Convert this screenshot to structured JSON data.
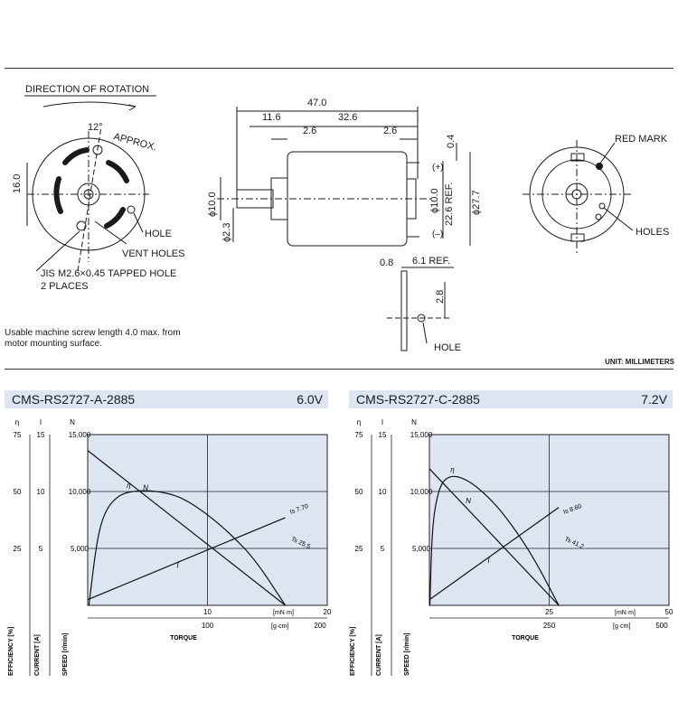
{
  "drawing": {
    "direction_of_rotation": "DIRECTION OF ROTATION",
    "angle": "12°",
    "approx": "APPROX.",
    "dim_16": "16.0",
    "hole": "HOLE",
    "vent_holes": "VENT HOLES",
    "tapped_hole": "JIS M2.6×0.45 TAPPED HOLE",
    "places": "2 PLACES",
    "dim_47": "47.0",
    "dim_11_6": "11.6",
    "dim_32_6": "32.6",
    "dim_2_6a": "2.6",
    "dim_2_6b": "2.6",
    "dim_0_4": "0.4",
    "phi10_left": "ϕ10.0",
    "phi2_3": "ϕ2.3",
    "phi10_right": "ϕ10.0",
    "dim_22_6": "22.6 REF.",
    "phi27_7": "ϕ27.7",
    "plus": "(+)",
    "minus": "(–)",
    "dim_0_8": "0.8",
    "dim_6_1": "6.1 REF.",
    "dim_2_8": "2.8",
    "hole2": "HOLE",
    "red_mark": "RED MARK",
    "holes": "HOLES"
  },
  "note": {
    "line1": "Usable machine screw length 4.0 max. from",
    "line2": "motor mounting surface."
  },
  "unit_label": "UNIT: MILLIMETERS",
  "chart_data": [
    {
      "type": "line",
      "title": "CMS-RS2727-A-2885",
      "voltage": "6.0V",
      "xlabel": "TORQUE",
      "x_unit_mn": "[mN·m]",
      "x_unit_g": "[g·cm]",
      "x_ticks_mn": [
        "10",
        "20"
      ],
      "x_ticks_g": [
        "100",
        "200"
      ],
      "xlim_mn": [
        0,
        20
      ],
      "y_axes": [
        {
          "label": "EFFICIENCY [%]",
          "symbol": "η",
          "ticks": [
            "25",
            "50",
            "75"
          ],
          "lim": [
            0,
            75
          ]
        },
        {
          "label": "CURRENT [A]",
          "symbol": "I",
          "ticks": [
            "5",
            "10",
            "15"
          ],
          "lim": [
            0,
            15
          ]
        },
        {
          "label": "SPEED [r/min]",
          "symbol": "N",
          "ticks": [
            "5,000",
            "10,000",
            "15,000"
          ],
          "lim": [
            0,
            15000
          ]
        }
      ],
      "series": [
        {
          "name": "N",
          "axis": "speed",
          "x": [
            0,
            16.5
          ],
          "y": [
            13600,
            0
          ]
        },
        {
          "name": "I",
          "axis": "current",
          "x": [
            0,
            16.5
          ],
          "y": [
            0.5,
            7.7
          ]
        },
        {
          "name": "η",
          "axis": "efficiency",
          "x": [
            0.1,
            0.8,
            1.5,
            2.5,
            3.5,
            5,
            6.5,
            8,
            10,
            12,
            14,
            16.5
          ],
          "y": [
            0,
            30,
            42,
            48,
            50,
            50.5,
            49.5,
            47,
            40,
            31,
            20,
            0
          ]
        }
      ],
      "annotations": {
        "is": "Is 7.70",
        "ts": "Ts 25.5"
      },
      "grid": true
    },
    {
      "type": "line",
      "title": "CMS-RS2727-C-2885",
      "voltage": "7.2V",
      "xlabel": "TORQUE",
      "x_unit_mn": "[mN·m]",
      "x_unit_g": "[g·cm]",
      "x_ticks_mn": [
        "25",
        "50"
      ],
      "x_ticks_g": [
        "250",
        "500"
      ],
      "xlim_mn": [
        0,
        50
      ],
      "y_axes": [
        {
          "label": "EFFICIENCY [%]",
          "symbol": "η",
          "ticks": [
            "25",
            "50",
            "75"
          ],
          "lim": [
            0,
            75
          ]
        },
        {
          "label": "CURRENT [A]",
          "symbol": "I",
          "ticks": [
            "5",
            "10",
            "15"
          ],
          "lim": [
            0,
            15
          ]
        },
        {
          "label": "SPEED [r/min]",
          "symbol": "N",
          "ticks": [
            "5,000",
            "10,000",
            "15,000"
          ],
          "lim": [
            0,
            15000
          ]
        }
      ],
      "series": [
        {
          "name": "N",
          "axis": "speed",
          "x": [
            0,
            27
          ],
          "y": [
            12000,
            0
          ]
        },
        {
          "name": "I",
          "axis": "current",
          "x": [
            0,
            27
          ],
          "y": [
            0.5,
            8.6
          ]
        },
        {
          "name": "η",
          "axis": "efficiency",
          "x": [
            0.1,
            0.5,
            1.2,
            2.5,
            4.5,
            7,
            10,
            14,
            18,
            22,
            27
          ],
          "y": [
            0,
            30,
            44,
            54,
            57,
            56,
            52,
            44,
            33,
            20,
            0
          ]
        }
      ],
      "annotations": {
        "is": "Is 8.60",
        "ts": "Ts 41.2"
      },
      "grid": true
    }
  ]
}
